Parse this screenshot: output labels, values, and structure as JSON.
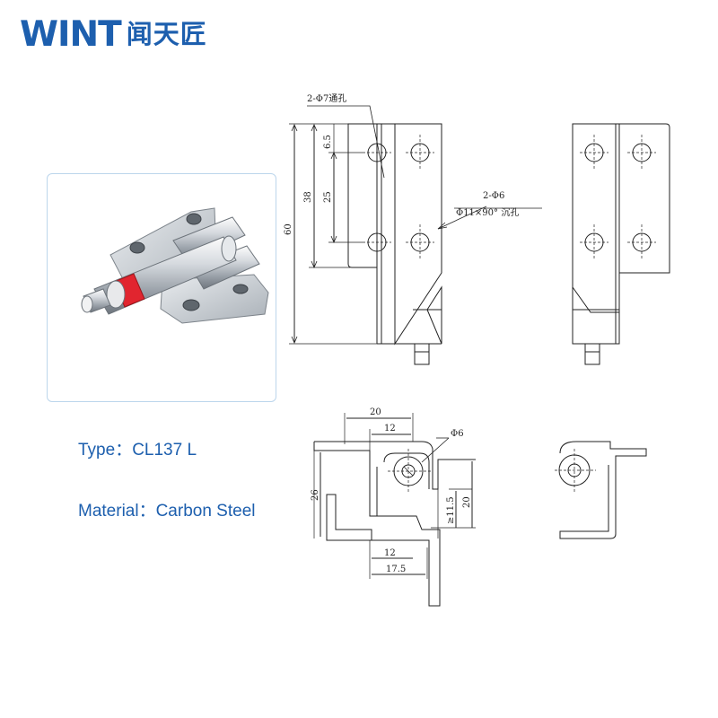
{
  "brand": {
    "latin": "WINT",
    "cjk": "闻天匠",
    "color": "#1d5fae"
  },
  "product": {
    "type_label": "Type：",
    "type_value": "CL137 L",
    "material_label": "Material：",
    "material_value": "Carbon Steel",
    "image_subject": "zinc-plated steel spring hinge with red collar"
  },
  "drawing": {
    "front_view": {
      "hole_note_top": "2-Φ7通孔",
      "hole_note_csk_1": "2-Φ6",
      "hole_note_csk_2": "Φ11×90° 沉孔",
      "dim_total_height": "60",
      "dim_hole_span": "38",
      "dim_hole_pitch": "25",
      "dim_top_offset": "6.5"
    },
    "top_view": {
      "dim_width_outer": "20",
      "dim_width_inner": "12",
      "dim_pin_dia": "Φ6",
      "dim_height": "26",
      "dim_right_height": "20",
      "dim_clearance": "≥11.5",
      "dim_bottom_inner": "12",
      "dim_bottom_outer": "17.5"
    }
  }
}
